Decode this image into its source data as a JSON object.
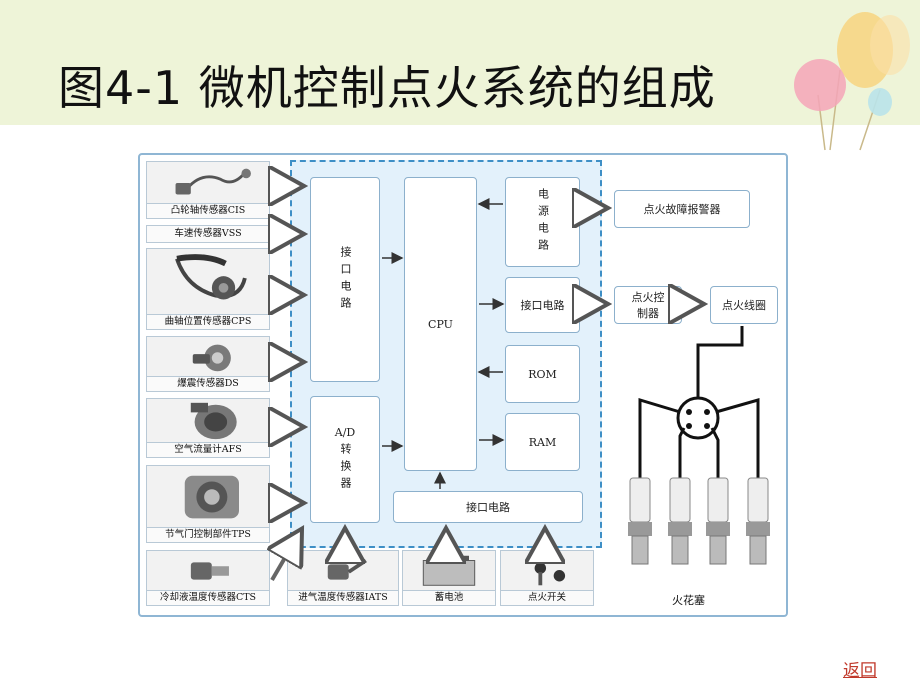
{
  "title": "图4-1 微机控制点火系统的组成",
  "return_link": "返回",
  "sensors": [
    {
      "label": "凸轮轴传感器CIS",
      "icon": "cam-sensor-icon"
    },
    {
      "label": "车速传感器VSS",
      "icon": ""
    },
    {
      "label": "曲轴位置传感器CPS",
      "icon": "crank-sensor-icon"
    },
    {
      "label": "爆震传感器DS",
      "icon": "knock-sensor-icon"
    },
    {
      "label": "空气流量计AFS",
      "icon": "airflow-meter-icon"
    },
    {
      "label": "节气门控制部件TPS",
      "icon": "throttle-body-icon"
    },
    {
      "label": "冷却液温度传感器CTS",
      "icon": "coolant-sensor-icon"
    }
  ],
  "bottom_inputs": [
    {
      "label": "进气温度传感器IATS",
      "icon": "intake-temp-sensor-icon"
    },
    {
      "label": "蓄电池",
      "icon": "battery-icon"
    },
    {
      "label": "点火开关",
      "icon": "ignition-key-icon"
    }
  ],
  "ecu": {
    "interface_circuit": "接口电路",
    "ad_converter_line1": "A/D",
    "ad_converter_line2": "转换器",
    "cpu": "CPU",
    "power_circuit": "电源电路",
    "output_interface": "接口电路",
    "rom": "ROM",
    "ram": "RAM",
    "bottom_interface": "接口电路"
  },
  "outputs": {
    "alarm": "点火故障报警器",
    "igniter": "点火控制器",
    "coil": "点火线圈",
    "spark_plugs": "火花塞"
  },
  "colors": {
    "header_band": "#eef4d8",
    "panel_border": "#8fb6d4",
    "ecu_fill": "#e3f1fb",
    "ecu_border": "#3e8fc6",
    "return_link": "#c0392b"
  }
}
